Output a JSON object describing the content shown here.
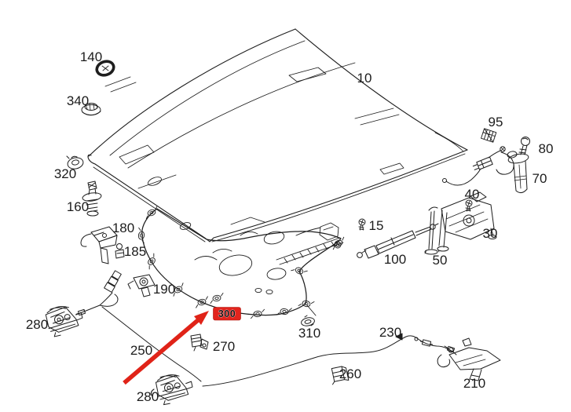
{
  "diagram": {
    "type": "exploded-parts-diagram",
    "subject": "hood (bonnet) assembly with insulation pad, hinges, locks and release cables",
    "background": "#ffffff",
    "line_color": "#1e1e1e",
    "accent_red": "#e02318",
    "parts": [
      {
        "label": "10",
        "name": "hood-panel"
      },
      {
        "label": "140",
        "name": "grommet-ring"
      },
      {
        "label": "340",
        "name": "cap"
      },
      {
        "label": "320",
        "name": "grommet"
      },
      {
        "label": "160",
        "name": "rivet-clip"
      },
      {
        "label": "180",
        "name": "bracket"
      },
      {
        "label": "185",
        "name": "small-clip"
      },
      {
        "label": "190",
        "name": "clamp"
      },
      {
        "label": "280",
        "name": "hood-lock-left"
      },
      {
        "label": "250",
        "name": "release-cable-front"
      },
      {
        "label": "270",
        "name": "cable-clip"
      },
      {
        "label": "280",
        "name": "hood-lock-right"
      },
      {
        "label": "310",
        "name": "grommet-small"
      },
      {
        "label": "15",
        "name": "screw"
      },
      {
        "label": "100",
        "name": "gas-strut"
      },
      {
        "label": "50",
        "name": "hinge-stay"
      },
      {
        "label": "30",
        "name": "hood-hinge"
      },
      {
        "label": "40",
        "name": "hinge-screw"
      },
      {
        "label": "95",
        "name": "clip"
      },
      {
        "label": "80",
        "name": "pin"
      },
      {
        "label": "70",
        "name": "pivot-rod"
      },
      {
        "label": "230",
        "name": "release-cable-rear"
      },
      {
        "label": "260",
        "name": "cable-clip-rear"
      },
      {
        "label": "210",
        "name": "release-handle"
      }
    ],
    "highlight": {
      "label": "300",
      "name": "insulation-pad-callout",
      "badge_bg": "#e2241d"
    }
  }
}
